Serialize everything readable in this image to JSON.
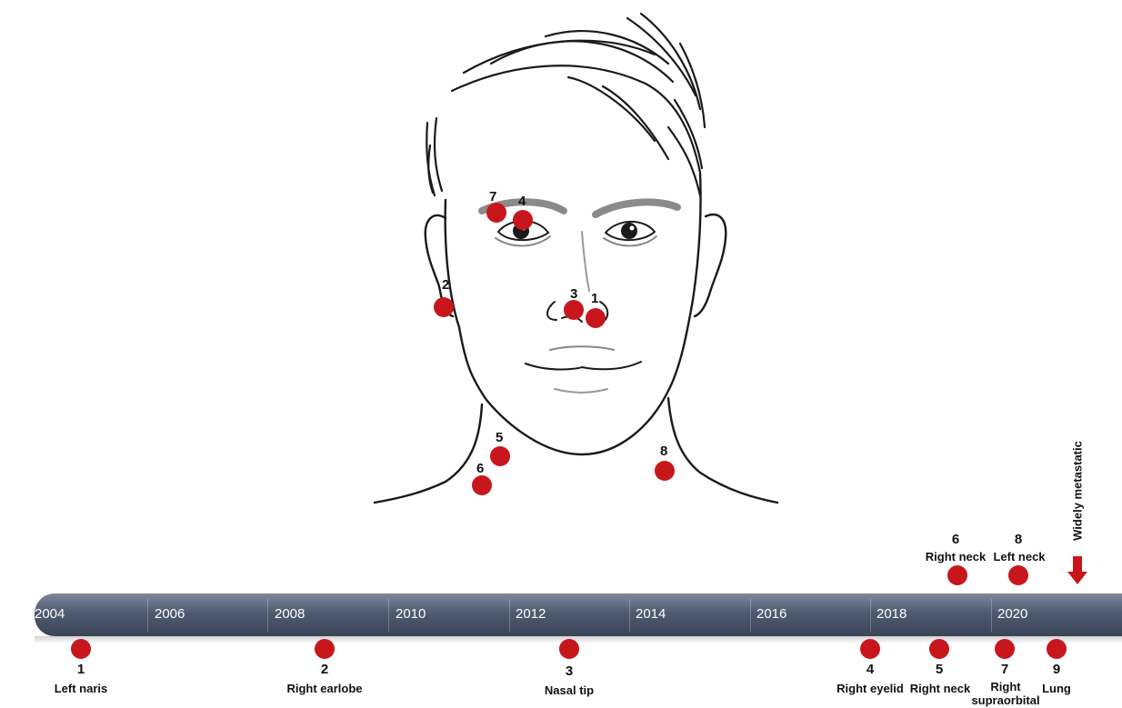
{
  "face_lesions": [
    {
      "number": "7"
    },
    {
      "number": "4"
    },
    {
      "number": "2"
    },
    {
      "number": "3"
    },
    {
      "number": "1"
    },
    {
      "number": "5"
    },
    {
      "number": "6"
    },
    {
      "number": "8"
    }
  ],
  "timeline": {
    "years": [
      "2004",
      "2006",
      "2008",
      "2010",
      "2012",
      "2014",
      "2016",
      "2018",
      "2020"
    ],
    "below_events": [
      {
        "number": "1",
        "label": "Left naris"
      },
      {
        "number": "2",
        "label": "Right earlobe"
      },
      {
        "number": "3",
        "label": "Nasal tip"
      },
      {
        "number": "4",
        "label": "Right eyelid"
      },
      {
        "number": "5",
        "label": "Right neck"
      },
      {
        "number": "7",
        "label": "Right supraorbital"
      },
      {
        "number": "9",
        "label": "Lung"
      }
    ],
    "above_events": [
      {
        "number": "6",
        "label": "Right neck"
      },
      {
        "number": "8",
        "label": "Left neck"
      }
    ],
    "end_marker": "Widely metastatic"
  },
  "colors": {
    "lesion_dot": "#c8161d",
    "timeline_bar": "#4e5a6f",
    "arrow": "#c8161d"
  },
  "icons": {
    "end_marker_icon": "down-arrow-icon"
  }
}
